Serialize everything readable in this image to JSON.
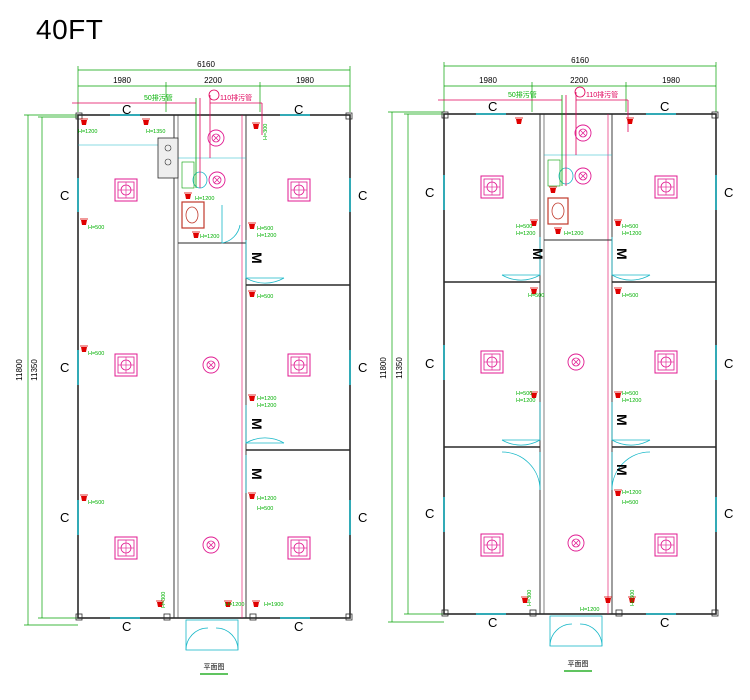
{
  "title": "40FT",
  "dimensions": {
    "overall_width": "6160",
    "side_width_left": "1980",
    "corridor_width": "2200",
    "side_width_right": "1980",
    "overall_length": "11800",
    "inner_length": "11350"
  },
  "labels": {
    "container_mark": "C",
    "door_mark": "M",
    "drain_pipe_50": "50排污管",
    "drain_pipe_110": "110排污管",
    "caption": "平面图"
  },
  "heights": {
    "h1200": "H=1200",
    "h1350": "H=1350",
    "h500": "H=500",
    "h300": "H=300",
    "h1900": "H=1900"
  },
  "colors": {
    "wall": "#2a2a2a",
    "pipe": "#e0005a",
    "fixture": "#e01890",
    "height_text": "#00b000",
    "door": "#18b8c8",
    "dimension_line": "#00a000"
  }
}
